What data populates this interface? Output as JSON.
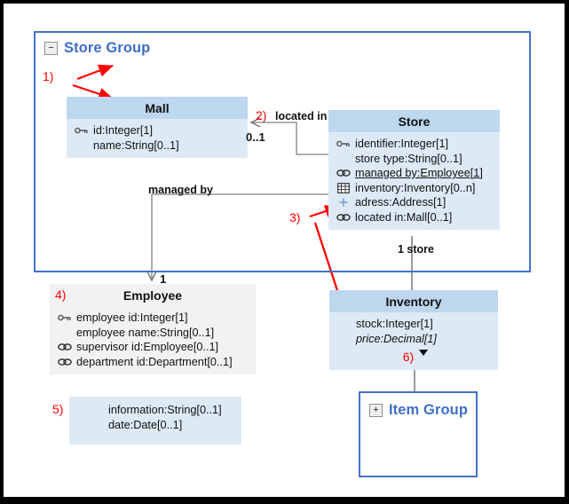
{
  "diagram": {
    "type": "uml-class-diagram",
    "groups": [
      {
        "name": "store-group",
        "label": "Store Group",
        "expander": "−",
        "expanded": true
      },
      {
        "name": "item-group",
        "label": "Item Group",
        "expander": "+",
        "expanded": false
      }
    ],
    "classes": [
      {
        "id": "mall",
        "title": "Mall",
        "style": "blue",
        "attributes": [
          {
            "icon": "key-icon",
            "text": "id:Integer[1]",
            "style": "plain"
          },
          {
            "icon": "none",
            "text": "name:String[0..1]",
            "style": "plain"
          }
        ]
      },
      {
        "id": "store",
        "title": "Store",
        "style": "blue",
        "attributes": [
          {
            "icon": "key-icon",
            "text": "identifier:Integer[1]",
            "style": "plain"
          },
          {
            "icon": "none",
            "text": "store type:String[0..1]",
            "style": "plain"
          },
          {
            "icon": "link-icon",
            "text": "managed by:Employee[1]",
            "style": "underline"
          },
          {
            "icon": "table-icon",
            "text": "inventory:Inventory[0..n]",
            "style": "plain"
          },
          {
            "icon": "plus-icon",
            "text": "adress:Address[1]",
            "style": "plain"
          },
          {
            "icon": "link-icon",
            "text": "located in:Mall[0..1]",
            "style": "plain"
          }
        ]
      },
      {
        "id": "employee",
        "title": "Employee",
        "style": "gray",
        "attributes": [
          {
            "icon": "key-icon",
            "text": "employee id:Integer[1]",
            "style": "plain"
          },
          {
            "icon": "none",
            "text": "employee name:String[0..1]",
            "style": "plain"
          },
          {
            "icon": "link-icon",
            "text": "supervisor id:Employee[0..1]",
            "style": "plain"
          },
          {
            "icon": "link-icon",
            "text": "department id:Department[0..1]",
            "style": "plain"
          }
        ]
      },
      {
        "id": "inventory",
        "title": "Inventory",
        "style": "blue",
        "attributes": [
          {
            "icon": "none",
            "text": "stock:Integer[1]",
            "style": "plain"
          },
          {
            "icon": "none",
            "text": "price:Decimal[1]",
            "style": "italic"
          }
        ]
      }
    ],
    "note": {
      "id": "note5",
      "lines": [
        "information:String[0..1]",
        "date:Date[0..1]"
      ]
    },
    "connectors": [
      {
        "name": "located-in",
        "label": "located in",
        "source_multiplicity": "0..1",
        "from": "store",
        "to": "mall"
      },
      {
        "name": "managed-by",
        "label": "managed by",
        "target_multiplicity": "1",
        "from": "store",
        "to": "employee"
      },
      {
        "name": "store-inventory",
        "label": "1 store",
        "from": "store",
        "to": "inventory"
      },
      {
        "name": "inventory-item-group",
        "label": "",
        "from": "inventory",
        "to": "item-group"
      }
    ],
    "annotations": [
      {
        "id": "n1",
        "label": "1)",
        "color": "#ff0000"
      },
      {
        "id": "n2",
        "label": "2)",
        "color": "#ff0000"
      },
      {
        "id": "n3",
        "label": "3)",
        "color": "#ff0000"
      },
      {
        "id": "n4",
        "label": "4)",
        "color": "#ff0000"
      },
      {
        "id": "n5",
        "label": "5)",
        "color": "#ff0000"
      },
      {
        "id": "n6",
        "label": "6)",
        "color": "#ff0000"
      }
    ],
    "colors": {
      "group_border": "#4472c4",
      "group_title": "#3f6fc4",
      "class_header_blue": "#bdd7ee",
      "class_body_blue": "#ddeaf6",
      "class_gray": "#f2f2f2",
      "annotation_red": "#ff0000",
      "connector_gray": "#808080",
      "page_border": "#000000"
    }
  }
}
